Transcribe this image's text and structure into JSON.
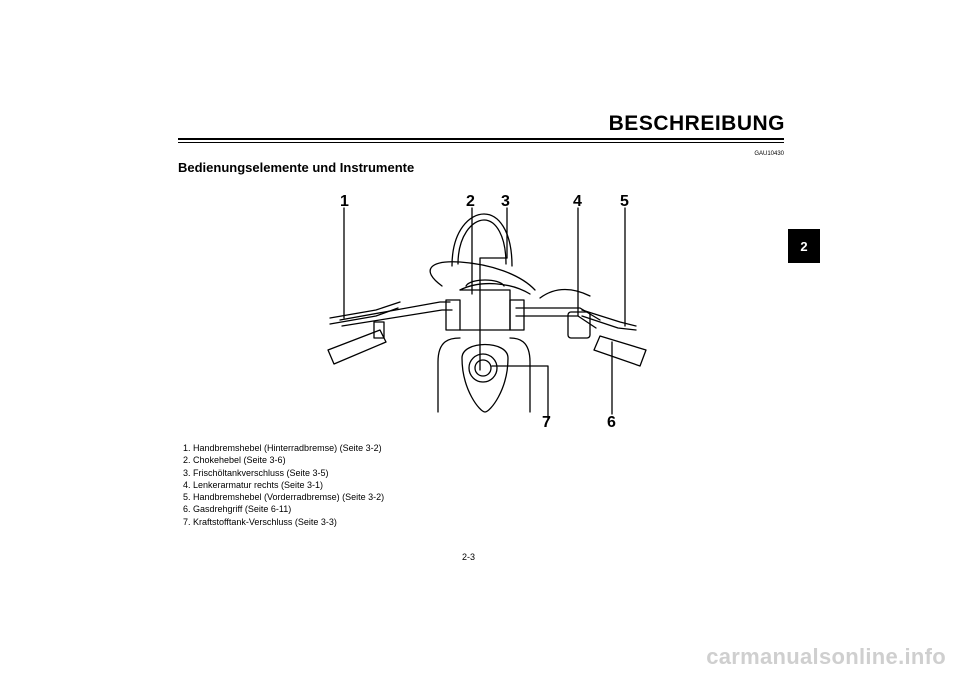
{
  "header": {
    "title": "BESCHREIBUNG"
  },
  "chapter_tab": "2",
  "doc_code": "GAU10430",
  "section_title": "Bedienungselemente und Instrumente",
  "figure": {
    "callouts": [
      "1",
      "2",
      "3",
      "4",
      "5",
      "6",
      "7"
    ]
  },
  "legend": [
    "1. Handbremshebel (Hinterradbremse) (Seite 3-2)",
    "2. Chokehebel (Seite 3-6)",
    "3. Frischöltankverschluss (Seite 3-5)",
    "4. Lenkerarmatur rechts (Seite 3-1)",
    "5. Handbremshebel (Vorderradbremse) (Seite 3-2)",
    "6. Gasdrehgriff (Seite 6-11)",
    "7. Kraftstofftank-Verschluss (Seite 3-3)"
  ],
  "page_number": "2-3",
  "watermark": "carmanualsonline.info"
}
